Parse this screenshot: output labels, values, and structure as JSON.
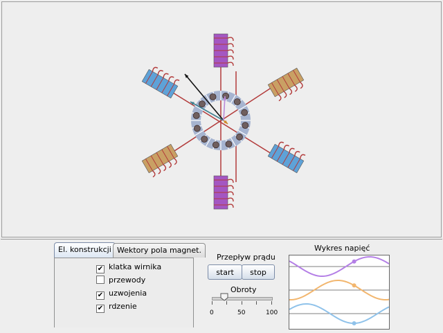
{
  "tabs": [
    {
      "label": "El. konstrukcji",
      "active": true
    },
    {
      "label": "Wektory pola magnet.",
      "active": false
    }
  ],
  "checkboxes": [
    {
      "label": "klatka wirnika",
      "checked": true
    },
    {
      "label": "przewody",
      "checked": false
    },
    {
      "label": "uzwojenia",
      "checked": true
    },
    {
      "label": "rdzenie",
      "checked": true
    }
  ],
  "current_flow": {
    "title": "Przepływ prądu",
    "start_label": "start",
    "stop_label": "stop"
  },
  "rotation": {
    "title": "Obroty",
    "value": 25,
    "ticks": [
      "0",
      "50",
      "100"
    ]
  },
  "chart": {
    "title": "Wykres napięć"
  },
  "chart_data": {
    "type": "line",
    "title": "Wykres napięć",
    "xlabel": "",
    "ylabel": "",
    "grid": true,
    "series": [
      {
        "color": "#b47fe6",
        "phase": 0
      },
      {
        "color": "#f2b66e",
        "phase": 120
      },
      {
        "color": "#8fc2ea",
        "phase": 240
      }
    ],
    "marker_position": 0.65
  },
  "colors": {
    "coil_purple": "#a456c2",
    "coil_tan": "#c9a064",
    "coil_blue": "#5ea2d8",
    "winding": "#b23a3a",
    "stator_ring": "#a6b4d0",
    "bar_fill": "#6f5f5f"
  }
}
